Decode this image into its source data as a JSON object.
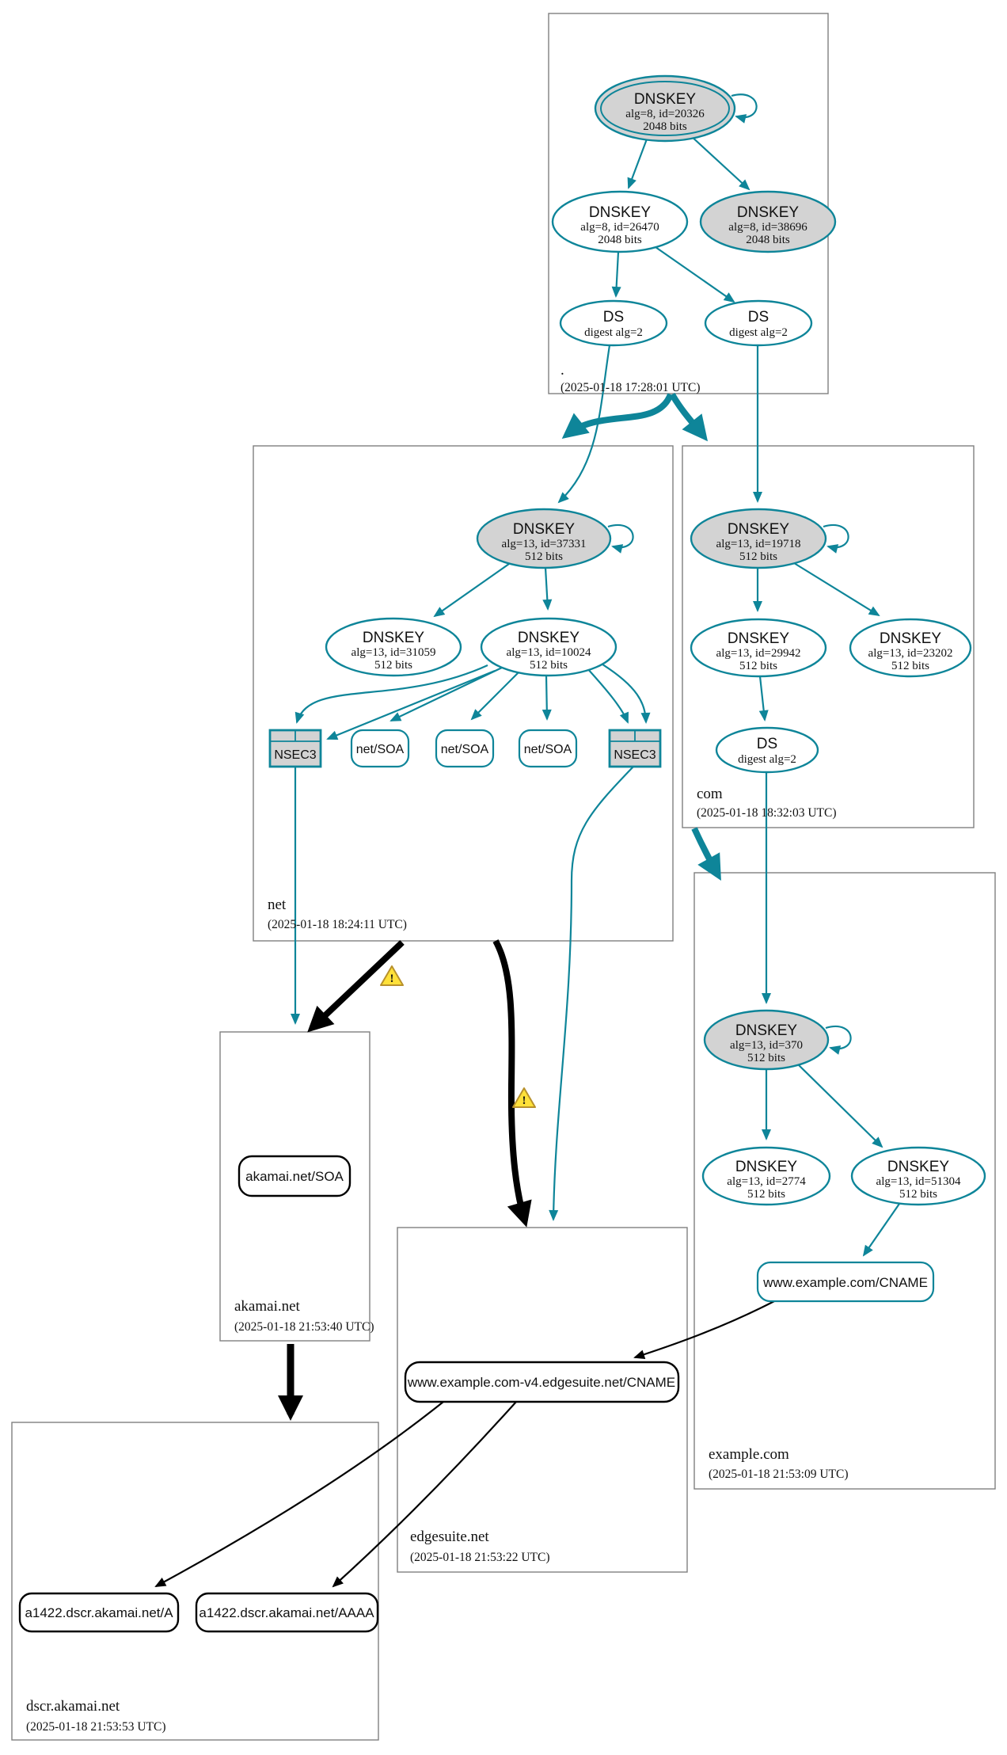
{
  "colors": {
    "secure_edge": "#0e8599",
    "insecure_edge": "#000000",
    "zone_border": "#7f7f7f",
    "ksk_fill": "#d3d3d3",
    "warning_fill": "#ffe13a"
  },
  "warning_mark": "!",
  "zones": {
    "root": {
      "label": ".",
      "timestamp": "(2025-01-18 17:28:01 UTC)",
      "nodes": {
        "ksk": {
          "title": "DNSKEY",
          "alg": "alg=8, id=20326",
          "bits": "2048 bits"
        },
        "zsk": {
          "title": "DNSKEY",
          "alg": "alg=8, id=26470",
          "bits": "2048 bits"
        },
        "ksk2": {
          "title": "DNSKEY",
          "alg": "alg=8, id=38696",
          "bits": "2048 bits"
        },
        "ds_net": {
          "title": "DS",
          "digest": "digest alg=2"
        },
        "ds_com": {
          "title": "DS",
          "digest": "digest alg=2"
        }
      }
    },
    "net": {
      "label": "net",
      "timestamp": "(2025-01-18 18:24:11 UTC)",
      "nodes": {
        "ksk": {
          "title": "DNSKEY",
          "alg": "alg=13, id=37331",
          "bits": "512 bits"
        },
        "zsk1": {
          "title": "DNSKEY",
          "alg": "alg=13, id=31059",
          "bits": "512 bits"
        },
        "zsk2": {
          "title": "DNSKEY",
          "alg": "alg=13, id=10024",
          "bits": "512 bits"
        },
        "nsec3_left": {
          "label": "NSEC3"
        },
        "soa1": {
          "label": "net/SOA"
        },
        "soa2": {
          "label": "net/SOA"
        },
        "soa3": {
          "label": "net/SOA"
        },
        "nsec3_right": {
          "label": "NSEC3"
        }
      }
    },
    "com": {
      "label": "com",
      "timestamp": "(2025-01-18 18:32:03 UTC)",
      "nodes": {
        "ksk": {
          "title": "DNSKEY",
          "alg": "alg=13, id=19718",
          "bits": "512 bits"
        },
        "zsk1": {
          "title": "DNSKEY",
          "alg": "alg=13, id=29942",
          "bits": "512 bits"
        },
        "zsk2": {
          "title": "DNSKEY",
          "alg": "alg=13, id=23202",
          "bits": "512 bits"
        },
        "ds": {
          "title": "DS",
          "digest": "digest alg=2"
        }
      }
    },
    "example_com": {
      "label": "example.com",
      "timestamp": "(2025-01-18 21:53:09 UTC)",
      "nodes": {
        "ksk": {
          "title": "DNSKEY",
          "alg": "alg=13, id=370",
          "bits": "512 bits"
        },
        "zsk1": {
          "title": "DNSKEY",
          "alg": "alg=13, id=2774",
          "bits": "512 bits"
        },
        "zsk2": {
          "title": "DNSKEY",
          "alg": "alg=13, id=51304",
          "bits": "512 bits"
        },
        "cname": {
          "label": "www.example.com/CNAME"
        }
      }
    },
    "akamai_net": {
      "label": "akamai.net",
      "timestamp": "(2025-01-18 21:53:40 UTC)",
      "nodes": {
        "soa": {
          "label": "akamai.net/SOA"
        }
      }
    },
    "edgesuite_net": {
      "label": "edgesuite.net",
      "timestamp": "(2025-01-18 21:53:22 UTC)",
      "nodes": {
        "cname": {
          "label": "www.example.com-v4.edgesuite.net/CNAME"
        }
      }
    },
    "dscr_akamai_net": {
      "label": "dscr.akamai.net",
      "timestamp": "(2025-01-18 21:53:53 UTC)",
      "nodes": {
        "a": {
          "label": "a1422.dscr.akamai.net/A"
        },
        "aaaa": {
          "label": "a1422.dscr.akamai.net/AAAA"
        }
      }
    }
  }
}
